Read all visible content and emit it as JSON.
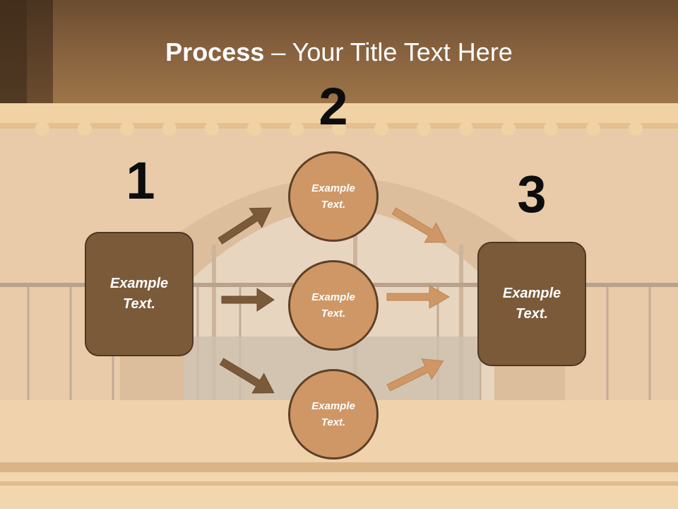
{
  "title": {
    "bold": "Process",
    "rest": " – Your Title Text Here"
  },
  "steps": [
    {
      "number": "1"
    },
    {
      "number": "2"
    },
    {
      "number": "3"
    }
  ],
  "boxes": {
    "left": {
      "label": "Example Text."
    },
    "right": {
      "label": "Example Text."
    }
  },
  "circles": [
    {
      "label": "Example Text."
    },
    {
      "label": "Example Text."
    },
    {
      "label": "Example Text."
    }
  ],
  "colors": {
    "box_fill": "#7b5a3a",
    "circle_fill": "#cf9766",
    "arrow_dark": "#7b5a3a",
    "arrow_light": "#cf9766",
    "header": "#8a6440"
  }
}
